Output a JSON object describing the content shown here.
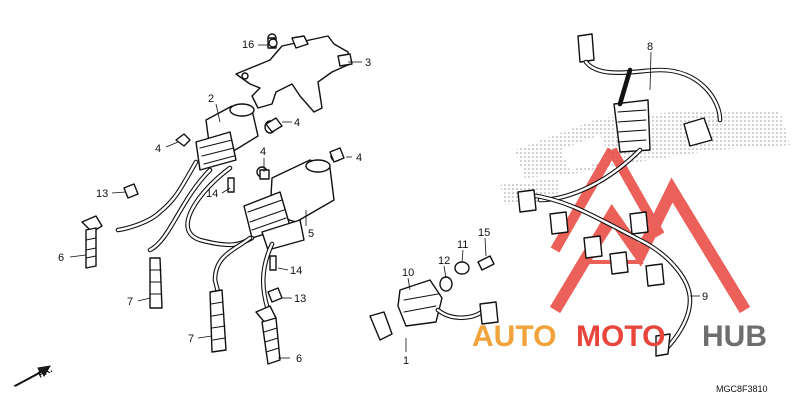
{
  "diagram": {
    "code": "MGC8F3810",
    "direction_marker": "FR.",
    "callouts": [
      "16",
      "3",
      "2",
      "4",
      "4",
      "4",
      "4",
      "13",
      "14",
      "5",
      "6",
      "7",
      "14",
      "13",
      "7",
      "6",
      "8",
      "9",
      "10",
      "11",
      "12",
      "15",
      "1"
    ]
  },
  "watermark": {
    "text_part1": "AUTO",
    "text_part2": "MOTO",
    "text_part3": "HUB",
    "color_orange": "#f2a23a",
    "color_red": "#e8453c",
    "color_gray": "#6e6e6e"
  }
}
